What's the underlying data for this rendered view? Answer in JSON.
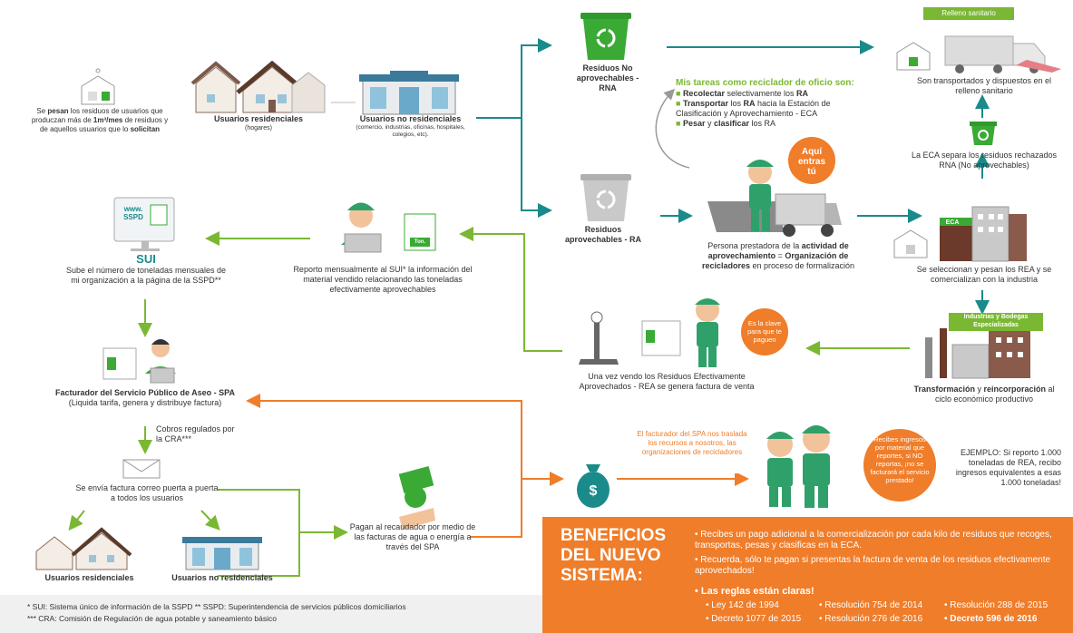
{
  "relleno_tag": "Relleno sanitario",
  "industrias_tag": "Industrias y Bodegas Especializadas",
  "eca_tag": "ECA",
  "sui_screen_text": "www. SSPD",
  "ton_tag": "Ton.",
  "pesan": {
    "pre": "Se ",
    "b1": "pesan",
    "mid": " los residuos de usuarios que produczan más de ",
    "b2": "1m³/mes",
    "mid2": " de residuos y de aquellos usuarios que lo ",
    "b3": "solicitan"
  },
  "usuarios_res_top": {
    "title": "Usuarios residenciales",
    "sub": "(hogares)"
  },
  "usuarios_nores_top": {
    "title": "Usuarios no residenciales",
    "sub": "(comercio, industrias, oficinas, hospitales, colegios, etc)."
  },
  "rna": {
    "label": "Residuos No aprovechables - RNA"
  },
  "ra": {
    "label": "Residuos aprovechables - RA"
  },
  "tareas": {
    "title": "Mis tareas como reciclador de oficio son:",
    "items": [
      {
        "b": "Recolectar",
        "t": " selectivamente los ",
        "b2": "RA",
        "t2": ""
      },
      {
        "b": "Transportar",
        "t": " los ",
        "b2": "RA",
        "t2": " hacia la Estación de Clasificación y Aprovechamiento - ECA"
      },
      {
        "b": "Pesar",
        "t": " y ",
        "b2": "clasificar",
        "t2": " los RA"
      }
    ]
  },
  "aqui": "Aquí entras tú",
  "persona": {
    "t1": "Persona prestadora de la ",
    "b1": "actividad de aprovechamiento",
    "t2": " = ",
    "b2": "Organización de recicladores",
    "t3": " en proceso de formalización"
  },
  "relleno": {
    "b1": "transportados",
    "b2": "dispuestos",
    "text": "Son transportados y dispuestos en el relleno sanitario"
  },
  "eca_separa": {
    "text": "La ECA separa los residuos rechazados RNA (No aprovechables)"
  },
  "seleccionan": {
    "text": "Se seleccionan y pesan los REA y se comercializan con la industria"
  },
  "transformacion": {
    "b1": "Transformación",
    "t1": " y ",
    "b2": "reincorporación",
    "t2": " al ciclo económico productivo"
  },
  "clave": "Es la clave para que te paguen",
  "vendo": {
    "text": "Una vez vendo los Residuos Efectivamente Aprovechados - REA se genera factura de venta"
  },
  "reporto": {
    "text": "Reporto mensualmente al SUI* la información del material vendido relacionando las toneladas efectivamente aprovechables"
  },
  "sui": {
    "title": "SUI",
    "text": "Sube el número de toneladas mensuales de mi organización a la página de la SSPD**"
  },
  "facturador": {
    "title": "Facturador del Servicio Público de Aseo - SPA",
    "sub": "(Liquida tarifa, genera y distribuye factura)"
  },
  "cobros": {
    "text": "Cobros regulados por la CRA***"
  },
  "correo": {
    "text": "Se envía factura correo puerta a puerta a todos los usuarios"
  },
  "usuarios_res_bottom": "Usuarios residenciales",
  "usuarios_nores_bottom": "Usuarios no residenciales",
  "pagan": {
    "text": "Pagan al recaudador por medio de las facturas de agua o energía a través del SPA"
  },
  "traslada": {
    "text": "El facturador del SPA nos traslada los recursos a nosotros, las organizaciones de recicladores"
  },
  "recibes": {
    "text": "Recibes ingresos por material que reportes, si NO reportas, ¡no se facturará el servicio prestado!"
  },
  "ejemplo": {
    "text": "EJEMPLO: Si reporto 1.000 toneladas de REA, recibo ingresos equivalentes a esas 1.000 toneladas!"
  },
  "benefits": {
    "title": "BENEFICIOS DEL NUEVO SISTEMA:",
    "items": [
      "Recibes un pago adicional a la comercialización por cada kilo de residuos que recoges, transportas, pesas y clasificas en la ECA.",
      "Recuerda, sólo te pagan si presentas la factura de venta de los residuos efectivamente aprovechados!",
      "Las reglas están claras!"
    ],
    "rules": [
      "Ley 142 de 1994",
      "Resolución 754 de 2014",
      "Resolución 288 de 2015",
      "Decreto 1077 de 2015",
      "Resolución 276 de 2016",
      "Decreto 596 de 2016"
    ]
  },
  "footnotes": [
    "* SUI: Sistema único de información de la SSPD  ** SSPD: Superintendencia de servicios públicos domiciliarios",
    "*** CRA: Comisión de Regulación de agua potable y saneamiento básico"
  ],
  "colors": {
    "green": "#3aaa35",
    "teal": "#1a8a8a",
    "lime": "#7ab833",
    "orange": "#ef7d2a",
    "skin": "#f2c29b"
  }
}
